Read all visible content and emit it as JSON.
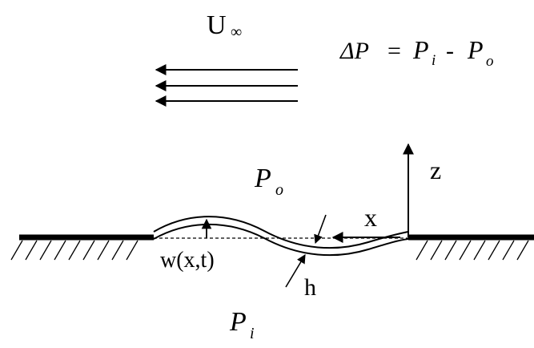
{
  "labels": {
    "freestream_U": "U",
    "freestream_inf": "∞",
    "dp_lhs": "ΔP",
    "dp_eq": "=",
    "dp_pi": "P",
    "dp_pi_sub": "i",
    "dp_minus": "-",
    "dp_po": "P",
    "dp_po_sub": "o",
    "upper_P": "P",
    "upper_P_sub": "o",
    "lower_P": "P",
    "lower_P_sub": "i",
    "z_axis": "z",
    "x_axis": "x",
    "deflection": "w(x,t)",
    "thickness": "h"
  }
}
